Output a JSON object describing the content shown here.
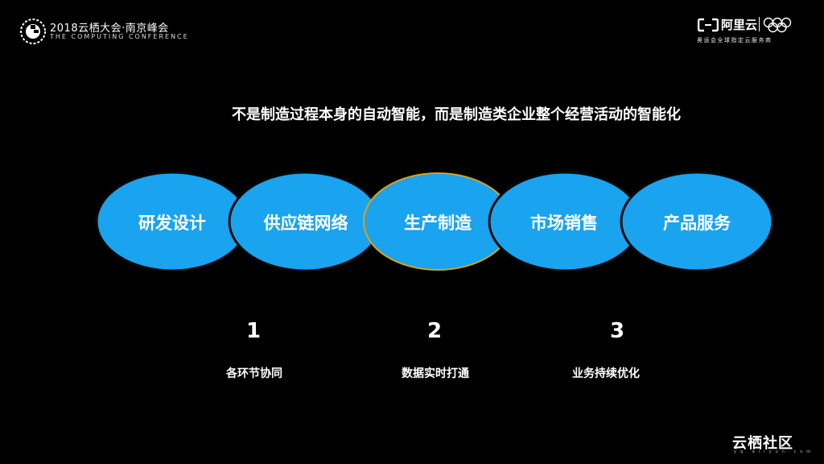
{
  "header": {
    "conference_title": "2018云栖大会·南京峰会",
    "conference_subtitle": "THE COMPUTING CONFERENCE",
    "brand_name": "阿里云",
    "brand_tagline": "奥运会全球指定云服务商"
  },
  "headline": "不是制造过程本身的自动智能，而是制造类企业整个经营活动的智能化",
  "chain": [
    {
      "label": "研发设计",
      "highlighted": false
    },
    {
      "label": "供应链网络",
      "highlighted": false
    },
    {
      "label": "生产制造",
      "highlighted": true
    },
    {
      "label": "市场销售",
      "highlighted": false
    },
    {
      "label": "产品服务",
      "highlighted": false
    }
  ],
  "points": [
    {
      "number": "1",
      "text": "各环节协同"
    },
    {
      "number": "2",
      "text": "数据实时打通"
    },
    {
      "number": "3",
      "text": "业务持续优化"
    }
  ],
  "footer": {
    "community_name": "云栖社区",
    "community_sub": "yq.aliyun.com"
  },
  "colors": {
    "background": "#000000",
    "ellipse_fill": "#1aa3ee",
    "ellipse_stroke": "#0a0a0a",
    "highlight_stroke": "#d9a21b"
  }
}
